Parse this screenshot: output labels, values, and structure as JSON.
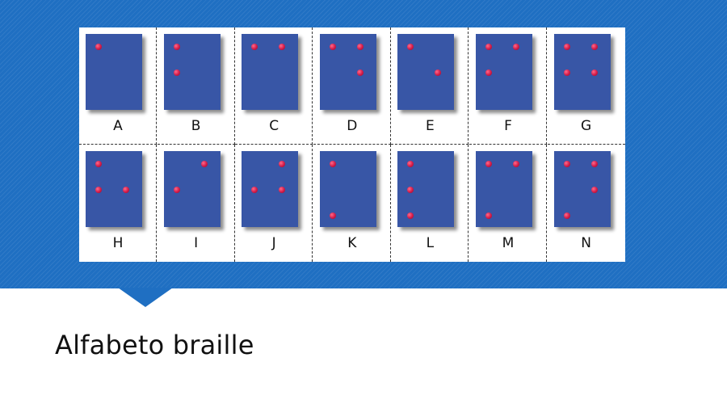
{
  "slide": {
    "title": "Alfabeto braille",
    "accent_color": "#1f6fc2",
    "tile_color": "#3856a6",
    "dot_color": "#d11a48"
  },
  "braille": {
    "letters": [
      {
        "label": "A",
        "dots": [
          1
        ]
      },
      {
        "label": "B",
        "dots": [
          1,
          2
        ]
      },
      {
        "label": "C",
        "dots": [
          1,
          4
        ]
      },
      {
        "label": "D",
        "dots": [
          1,
          4,
          5
        ]
      },
      {
        "label": "E",
        "dots": [
          1,
          5
        ]
      },
      {
        "label": "F",
        "dots": [
          1,
          2,
          4
        ]
      },
      {
        "label": "G",
        "dots": [
          1,
          2,
          4,
          5
        ]
      },
      {
        "label": "H",
        "dots": [
          1,
          2,
          5
        ]
      },
      {
        "label": "I",
        "dots": [
          2,
          4
        ]
      },
      {
        "label": "J",
        "dots": [
          2,
          4,
          5
        ]
      },
      {
        "label": "K",
        "dots": [
          1,
          3
        ]
      },
      {
        "label": "L",
        "dots": [
          1,
          2,
          3
        ]
      },
      {
        "label": "M",
        "dots": [
          1,
          3,
          4
        ]
      },
      {
        "label": "N",
        "dots": [
          1,
          3,
          4,
          5
        ]
      }
    ]
  }
}
